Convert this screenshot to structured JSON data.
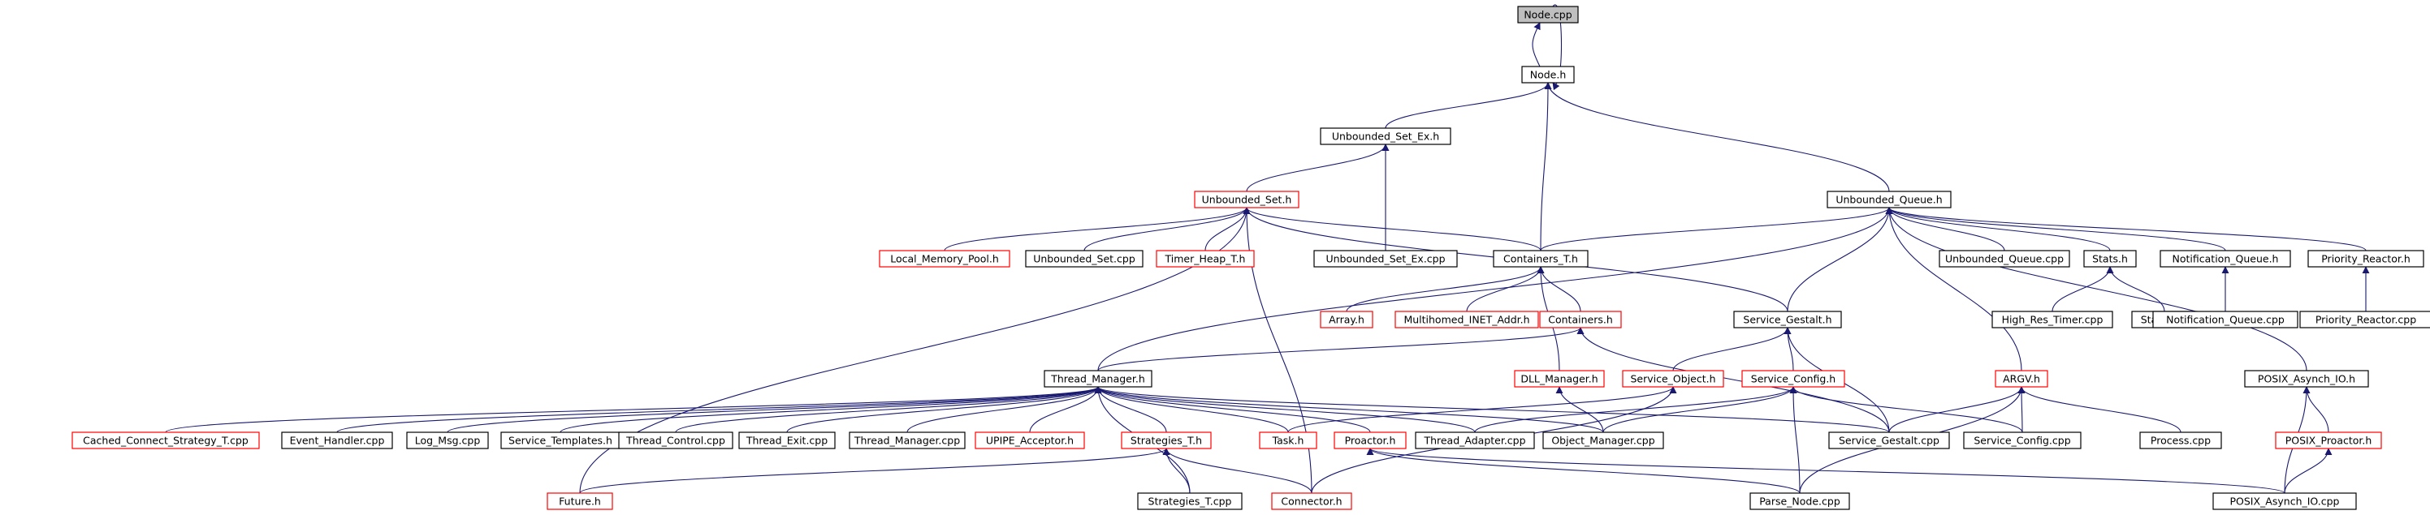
{
  "colors": {
    "edge": "#191970",
    "root_fill": "#bfbfbf",
    "normal_border": "#000000",
    "truncated_border": "#ff0000",
    "label": "#000000",
    "background": "#ffffff"
  },
  "nodes": [
    {
      "id": "node_cpp",
      "label": "Node.cpp",
      "style": "root"
    },
    {
      "id": "node_h",
      "label": "Node.h",
      "style": "normal"
    },
    {
      "id": "unbounded_set_ex_h",
      "label": "Unbounded_Set_Ex.h",
      "style": "normal"
    },
    {
      "id": "unbounded_set_h",
      "label": "Unbounded_Set.h",
      "style": "truncated"
    },
    {
      "id": "unbounded_queue_h",
      "label": "Unbounded_Queue.h",
      "style": "normal"
    },
    {
      "id": "local_memory_pool_h",
      "label": "Local_Memory_Pool.h",
      "style": "truncated"
    },
    {
      "id": "unbounded_set_cpp",
      "label": "Unbounded_Set.cpp",
      "style": "normal"
    },
    {
      "id": "timer_heap_t_h",
      "label": "Timer_Heap_T.h",
      "style": "truncated"
    },
    {
      "id": "unbounded_set_ex_cpp",
      "label": "Unbounded_Set_Ex.cpp",
      "style": "normal"
    },
    {
      "id": "containers_t_h",
      "label": "Containers_T.h",
      "style": "normal"
    },
    {
      "id": "unbounded_queue_cpp",
      "label": "Unbounded_Queue.cpp",
      "style": "normal"
    },
    {
      "id": "stats_h",
      "label": "Stats.h",
      "style": "normal"
    },
    {
      "id": "notification_queue_h",
      "label": "Notification_Queue.h",
      "style": "normal"
    },
    {
      "id": "priority_reactor_h",
      "label": "Priority_Reactor.h",
      "style": "normal"
    },
    {
      "id": "array_h",
      "label": "Array.h",
      "style": "truncated"
    },
    {
      "id": "multihomed_inet_addr_h",
      "label": "Multihomed_INET_Addr.h",
      "style": "truncated"
    },
    {
      "id": "containers_h",
      "label": "Containers.h",
      "style": "truncated"
    },
    {
      "id": "service_gestalt_h",
      "label": "Service_Gestalt.h",
      "style": "normal"
    },
    {
      "id": "high_res_timer_cpp",
      "label": "High_Res_Timer.cpp",
      "style": "normal"
    },
    {
      "id": "stats_cpp",
      "label": "Stats.cpp",
      "style": "normal"
    },
    {
      "id": "notification_queue_cpp",
      "label": "Notification_Queue.cpp",
      "style": "normal"
    },
    {
      "id": "priority_reactor_cpp",
      "label": "Priority_Reactor.cpp",
      "style": "normal"
    },
    {
      "id": "thread_manager_h",
      "label": "Thread_Manager.h",
      "style": "normal"
    },
    {
      "id": "dll_manager_h",
      "label": "DLL_Manager.h",
      "style": "truncated"
    },
    {
      "id": "service_object_h",
      "label": "Service_Object.h",
      "style": "truncated"
    },
    {
      "id": "service_config_h",
      "label": "Service_Config.h",
      "style": "truncated"
    },
    {
      "id": "argv_h",
      "label": "ARGV.h",
      "style": "truncated"
    },
    {
      "id": "posix_asynch_io_h",
      "label": "POSIX_Asynch_IO.h",
      "style": "normal"
    },
    {
      "id": "cached_connect_strategy_t_cpp",
      "label": "Cached_Connect_Strategy_T.cpp",
      "style": "truncated"
    },
    {
      "id": "event_handler_cpp",
      "label": "Event_Handler.cpp",
      "style": "normal"
    },
    {
      "id": "log_msg_cpp",
      "label": "Log_Msg.cpp",
      "style": "normal"
    },
    {
      "id": "service_templates_h",
      "label": "Service_Templates.h",
      "style": "normal"
    },
    {
      "id": "thread_control_cpp",
      "label": "Thread_Control.cpp",
      "style": "normal"
    },
    {
      "id": "thread_exit_cpp",
      "label": "Thread_Exit.cpp",
      "style": "normal"
    },
    {
      "id": "thread_manager_cpp",
      "label": "Thread_Manager.cpp",
      "style": "normal"
    },
    {
      "id": "upipe_acceptor_h",
      "label": "UPIPE_Acceptor.h",
      "style": "truncated"
    },
    {
      "id": "strategies_t_h",
      "label": "Strategies_T.h",
      "style": "truncated"
    },
    {
      "id": "task_h",
      "label": "Task.h",
      "style": "truncated"
    },
    {
      "id": "proactor_h",
      "label": "Proactor.h",
      "style": "truncated"
    },
    {
      "id": "thread_adapter_cpp",
      "label": "Thread_Adapter.cpp",
      "style": "normal"
    },
    {
      "id": "object_manager_cpp",
      "label": "Object_Manager.cpp",
      "style": "normal"
    },
    {
      "id": "service_gestalt_cpp",
      "label": "Service_Gestalt.cpp",
      "style": "normal"
    },
    {
      "id": "service_config_cpp",
      "label": "Service_Config.cpp",
      "style": "normal"
    },
    {
      "id": "process_cpp",
      "label": "Process.cpp",
      "style": "normal"
    },
    {
      "id": "posix_proactor_h",
      "label": "POSIX_Proactor.h",
      "style": "truncated"
    },
    {
      "id": "future_h",
      "label": "Future.h",
      "style": "truncated"
    },
    {
      "id": "strategies_t_cpp",
      "label": "Strategies_T.cpp",
      "style": "normal"
    },
    {
      "id": "connector_h",
      "label": "Connector.h",
      "style": "truncated"
    },
    {
      "id": "parse_node_cpp",
      "label": "Parse_Node.cpp",
      "style": "normal"
    },
    {
      "id": "posix_asynch_io_cpp",
      "label": "POSIX_Asynch_IO.cpp",
      "style": "normal"
    }
  ],
  "edges": [
    {
      "from": "node_cpp",
      "to": "node_h"
    },
    {
      "from": "node_h",
      "to": "node_cpp"
    },
    {
      "from": "unbounded_set_ex_h",
      "to": "node_h"
    },
    {
      "from": "unbounded_queue_h",
      "to": "node_h"
    },
    {
      "from": "containers_t_h",
      "to": "node_h"
    },
    {
      "from": "unbounded_set_h",
      "to": "unbounded_set_ex_h"
    },
    {
      "from": "unbounded_set_ex_cpp",
      "to": "unbounded_set_ex_h"
    },
    {
      "from": "local_memory_pool_h",
      "to": "unbounded_set_h"
    },
    {
      "from": "unbounded_set_cpp",
      "to": "unbounded_set_h"
    },
    {
      "from": "timer_heap_t_h",
      "to": "unbounded_set_h"
    },
    {
      "from": "containers_t_h",
      "to": "unbounded_set_h"
    },
    {
      "from": "service_gestalt_h",
      "to": "unbounded_set_h"
    },
    {
      "from": "connector_h",
      "to": "unbounded_set_h"
    },
    {
      "from": "future_h",
      "to": "unbounded_set_h"
    },
    {
      "from": "containers_t_h",
      "to": "unbounded_queue_h"
    },
    {
      "from": "unbounded_queue_cpp",
      "to": "unbounded_queue_h"
    },
    {
      "from": "stats_h",
      "to": "unbounded_queue_h"
    },
    {
      "from": "notification_queue_h",
      "to": "unbounded_queue_h"
    },
    {
      "from": "priority_reactor_h",
      "to": "unbounded_queue_h"
    },
    {
      "from": "service_gestalt_h",
      "to": "unbounded_queue_h"
    },
    {
      "from": "thread_manager_h",
      "to": "unbounded_queue_h"
    },
    {
      "from": "argv_h",
      "to": "unbounded_queue_h"
    },
    {
      "from": "posix_asynch_io_h",
      "to": "unbounded_queue_h"
    },
    {
      "from": "array_h",
      "to": "containers_t_h"
    },
    {
      "from": "multihomed_inet_addr_h",
      "to": "containers_t_h"
    },
    {
      "from": "containers_h",
      "to": "containers_t_h"
    },
    {
      "from": "dll_manager_h",
      "to": "containers_t_h"
    },
    {
      "from": "high_res_timer_cpp",
      "to": "stats_h"
    },
    {
      "from": "stats_cpp",
      "to": "stats_h"
    },
    {
      "from": "notification_queue_cpp",
      "to": "notification_queue_h"
    },
    {
      "from": "priority_reactor_cpp",
      "to": "priority_reactor_h"
    },
    {
      "from": "thread_manager_h",
      "to": "containers_h"
    },
    {
      "from": "service_gestalt_cpp",
      "to": "containers_h"
    },
    {
      "from": "service_object_h",
      "to": "service_gestalt_h"
    },
    {
      "from": "service_config_h",
      "to": "service_gestalt_h"
    },
    {
      "from": "service_gestalt_cpp",
      "to": "service_gestalt_h"
    },
    {
      "from": "cached_connect_strategy_t_cpp",
      "to": "thread_manager_h"
    },
    {
      "from": "event_handler_cpp",
      "to": "thread_manager_h"
    },
    {
      "from": "log_msg_cpp",
      "to": "thread_manager_h"
    },
    {
      "from": "service_templates_h",
      "to": "thread_manager_h"
    },
    {
      "from": "thread_control_cpp",
      "to": "thread_manager_h"
    },
    {
      "from": "thread_exit_cpp",
      "to": "thread_manager_h"
    },
    {
      "from": "thread_manager_cpp",
      "to": "thread_manager_h"
    },
    {
      "from": "upipe_acceptor_h",
      "to": "thread_manager_h"
    },
    {
      "from": "strategies_t_h",
      "to": "thread_manager_h"
    },
    {
      "from": "task_h",
      "to": "thread_manager_h"
    },
    {
      "from": "proactor_h",
      "to": "thread_manager_h"
    },
    {
      "from": "thread_adapter_cpp",
      "to": "thread_manager_h"
    },
    {
      "from": "object_manager_cpp",
      "to": "thread_manager_h"
    },
    {
      "from": "service_gestalt_cpp",
      "to": "thread_manager_h"
    },
    {
      "from": "strategies_t_cpp",
      "to": "thread_manager_h"
    },
    {
      "from": "object_manager_cpp",
      "to": "dll_manager_h"
    },
    {
      "from": "task_h",
      "to": "service_object_h"
    },
    {
      "from": "connector_h",
      "to": "service_object_h"
    },
    {
      "from": "thread_adapter_cpp",
      "to": "service_config_h"
    },
    {
      "from": "object_manager_cpp",
      "to": "service_config_h"
    },
    {
      "from": "service_config_cpp",
      "to": "service_config_h"
    },
    {
      "from": "parse_node_cpp",
      "to": "service_config_h"
    },
    {
      "from": "service_gestalt_cpp",
      "to": "argv_h"
    },
    {
      "from": "service_config_cpp",
      "to": "argv_h"
    },
    {
      "from": "process_cpp",
      "to": "argv_h"
    },
    {
      "from": "parse_node_cpp",
      "to": "argv_h"
    },
    {
      "from": "posix_proactor_h",
      "to": "posix_asynch_io_h"
    },
    {
      "from": "posix_asynch_io_cpp",
      "to": "posix_asynch_io_h"
    },
    {
      "from": "posix_asynch_io_cpp",
      "to": "posix_proactor_h"
    },
    {
      "from": "future_h",
      "to": "strategies_t_h"
    },
    {
      "from": "strategies_t_cpp",
      "to": "strategies_t_h"
    },
    {
      "from": "connector_h",
      "to": "strategies_t_h"
    },
    {
      "from": "parse_node_cpp",
      "to": "proactor_h"
    },
    {
      "from": "posix_asynch_io_cpp",
      "to": "proactor_h"
    }
  ]
}
